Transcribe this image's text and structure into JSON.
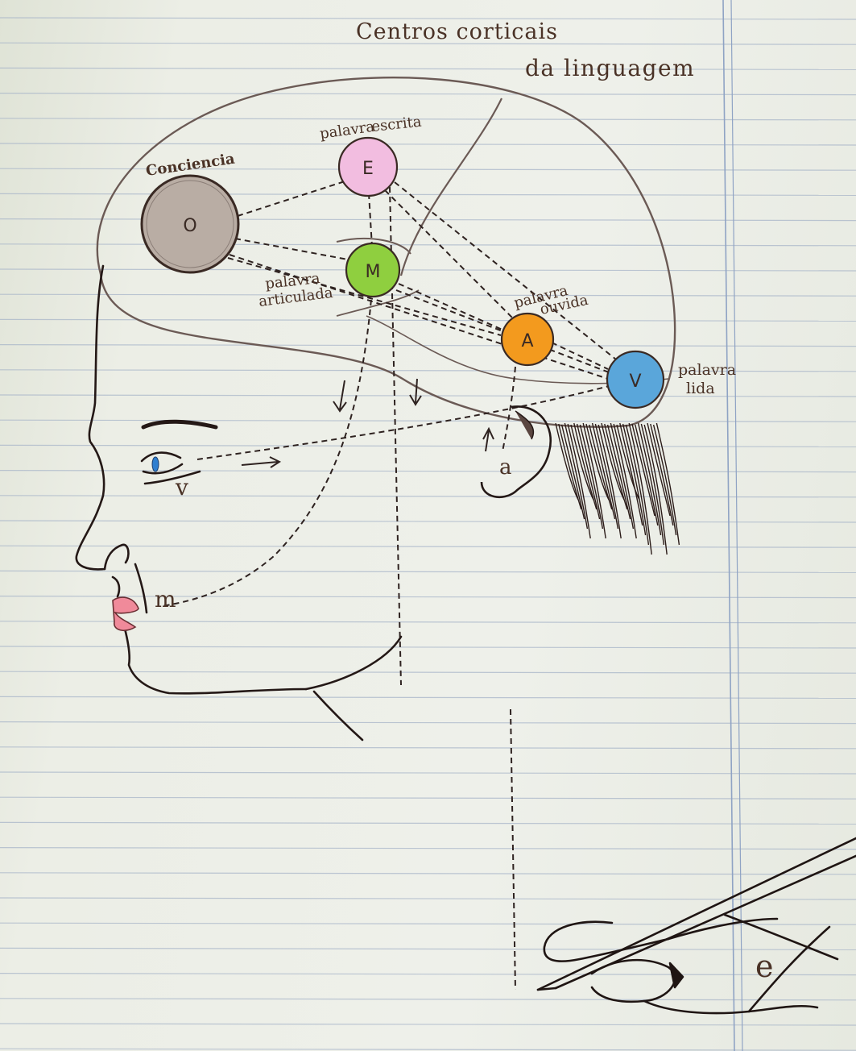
{
  "title_line1": "Centros corticais",
  "title_line2": "da linguagem",
  "centers": {
    "conciencia": {
      "letter": "O",
      "caption": "Conciencia",
      "color": "#b9ada4"
    },
    "escrita": {
      "letter": "E",
      "caption_l1": "palavra",
      "caption_l2": "escrita",
      "color": "#f2bde0"
    },
    "articulada": {
      "letter": "M",
      "caption_l1": "palavra",
      "caption_l2": "articulada",
      "color": "#8fcf3f"
    },
    "ouvida": {
      "letter": "A",
      "caption_l1": "palavra",
      "caption_l2": "ouvida",
      "color": "#f39a1e"
    },
    "lida": {
      "letter": "V",
      "caption_l1": "palavra",
      "caption_l2": "lida",
      "color": "#5aa6da"
    }
  },
  "organ_labels": {
    "eye": "v",
    "ear": "a",
    "mouth": "m",
    "hand": "e"
  },
  "colors": {
    "ink": "#3a2a24",
    "pencil": "#6b5a55",
    "ruled_line": "#a9b6c9",
    "margin_line": "#8fa3c4",
    "lips": "#f08a9a",
    "iris": "#2f7fd0"
  }
}
